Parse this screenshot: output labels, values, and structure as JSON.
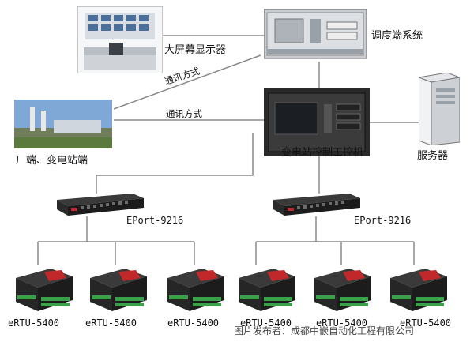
{
  "labels": {
    "big_screen": "大屏幕显示器",
    "dispatch_system": "调度端系统",
    "comm_method_upper": "通讯方式",
    "comm_method_lower": "通讯方式",
    "plant_station": "厂端、变电站端",
    "substation_ipc": "变电站控制工控机",
    "server": "服务器",
    "eport_left": "EPort-9216",
    "eport_right": "EPort-9216",
    "ertu": [
      "eRTU-5400",
      "eRTU-5400",
      "eRTU-5400",
      "eRTU-5400",
      "eRTU-5400",
      "eRTU-5400"
    ]
  },
  "watermark": "图片发布者：成都中嵌自动化工程有限公司",
  "colors": {
    "wire": "#8a8a8a",
    "device": "#1c1c1c",
    "terminal": "#3aa14a",
    "accent": "#c0282a"
  }
}
